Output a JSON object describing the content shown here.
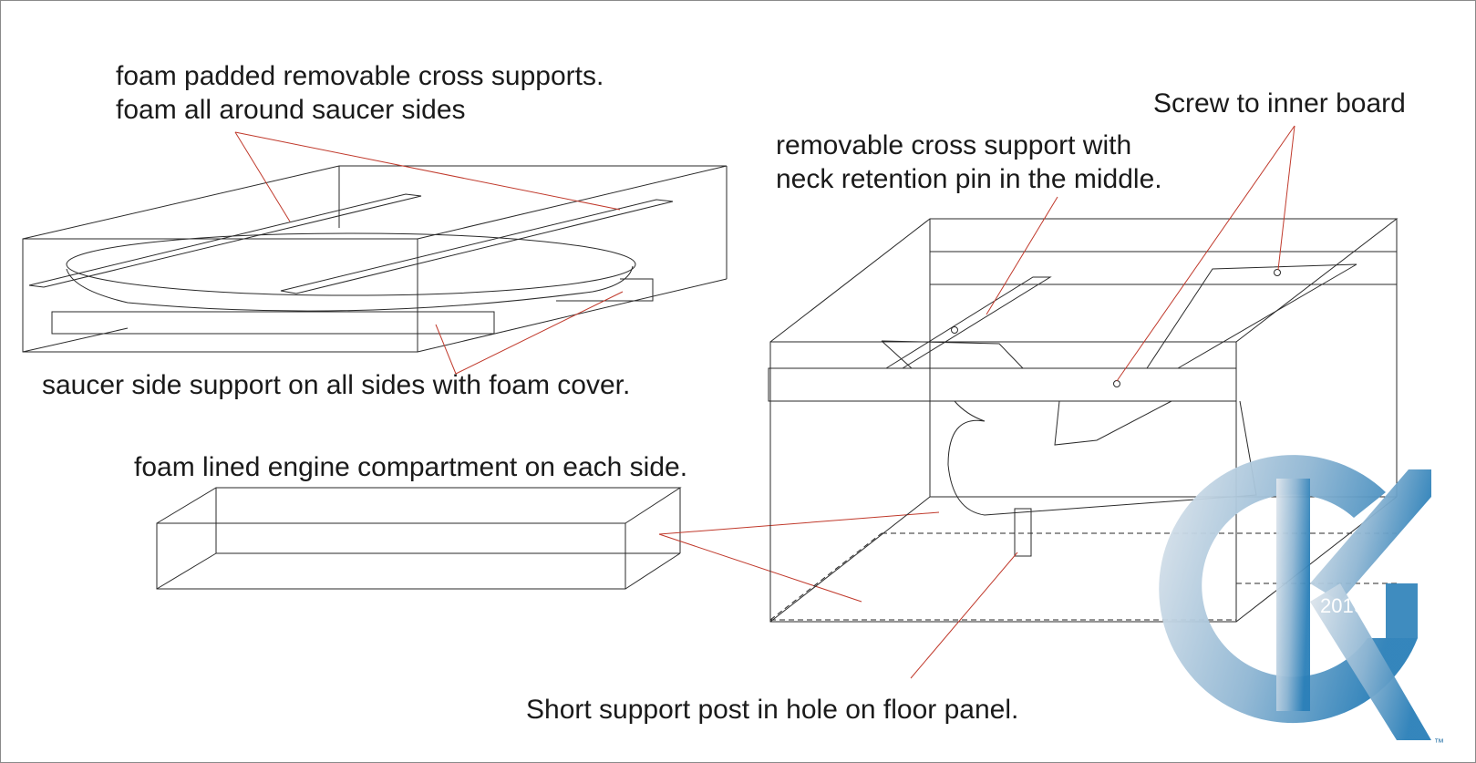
{
  "labels": {
    "cross_supports_line1": "foam padded removable cross supports.",
    "cross_supports_line2": "foam all around saucer sides",
    "screw_inner_board": "Screw to inner board",
    "neck_support_line1": "removable cross support with",
    "neck_support_line2": "neck retention pin in the middle.",
    "saucer_side_support": "saucer side support on all sides with foam cover.",
    "engine_compartment": "foam lined engine compartment on each side.",
    "support_post": "Short support post in hole on floor panel."
  },
  "logo": {
    "year": "2019",
    "trademark": "™",
    "gradient_start": "#dfe6ec",
    "gradient_end": "#2a7fb8"
  },
  "colors": {
    "line": "#2a2a2a",
    "leader": "#c0392b",
    "text": "#1a1a1a"
  }
}
